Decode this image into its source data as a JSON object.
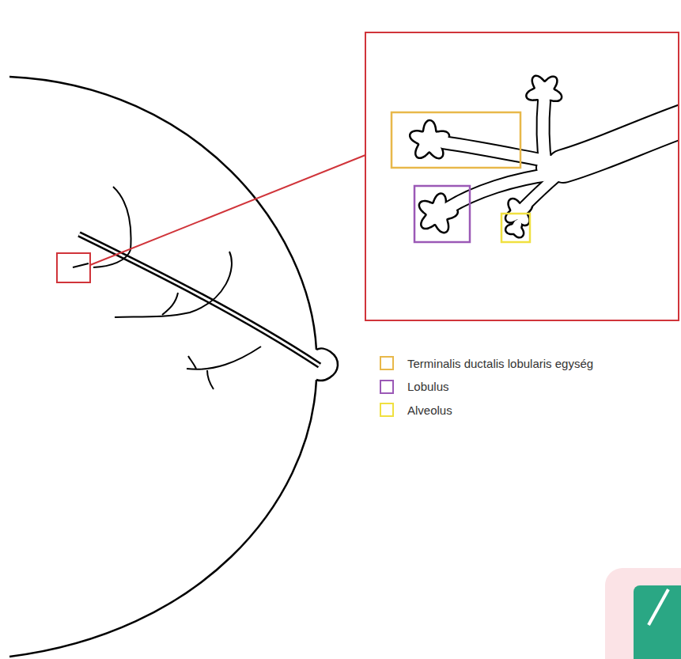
{
  "diagram": {
    "legend": [
      {
        "text": "Terminalis ductalis lobularis egység",
        "color": "#e8b84a"
      },
      {
        "text": "Lobulus",
        "color": "#9b59b6"
      },
      {
        "text": "Alveolus",
        "color": "#f0e040"
      }
    ]
  }
}
